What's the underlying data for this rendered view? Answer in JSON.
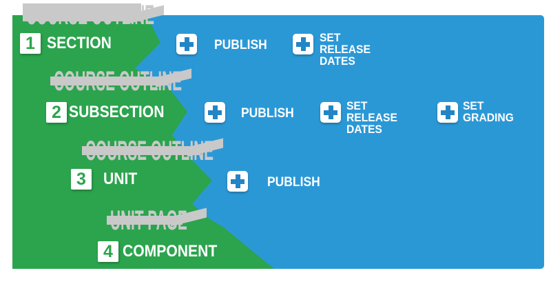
{
  "colors": {
    "green": "#2BA44D",
    "blue": "#2B98D6",
    "plus_icon_blue": "#2385C5",
    "gray": "#C9C9C9",
    "white": "#FFFFFF"
  },
  "levels": [
    {
      "number": "1",
      "label": "SECTION",
      "context_label": "COURSE OUTLINE",
      "actions": [
        {
          "label": "PUBLISH"
        },
        {
          "label": "SET RELEASE DATES"
        }
      ]
    },
    {
      "number": "2",
      "label": "SUBSECTION",
      "context_label": "COURSE OUTLINE",
      "actions": [
        {
          "label": "PUBLISH"
        },
        {
          "label": "SET RELEASE DATES"
        },
        {
          "label": "SET GRADING"
        }
      ]
    },
    {
      "number": "3",
      "label": "UNIT",
      "context_label": "COURSE OUTLINE",
      "actions": [
        {
          "label": "PUBLISH"
        }
      ]
    },
    {
      "number": "4",
      "label": "COMPONENT",
      "context_label": "UNIT PAGE",
      "actions": []
    }
  ]
}
